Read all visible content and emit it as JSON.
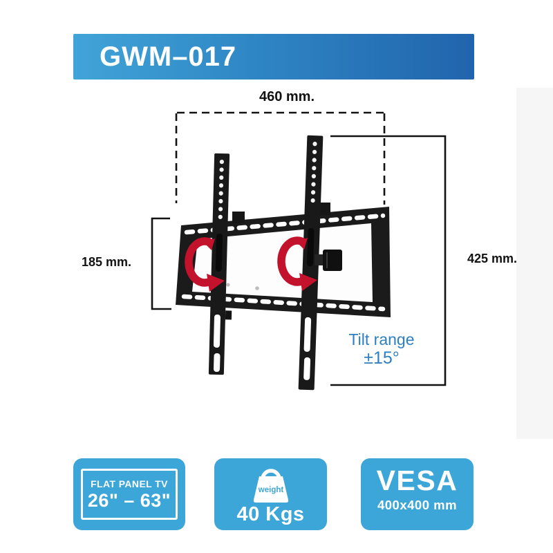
{
  "header": {
    "model": "GWM–017"
  },
  "diagram": {
    "width_label": "460 mm.",
    "left_height_label": "185 mm.",
    "right_height_label": "425 mm.",
    "tilt_line1": "Tilt range",
    "tilt_line2": "±15°",
    "colors": {
      "annotation_black": "#121212",
      "tilt_blue": "#2e7fc2",
      "arrow_red": "#c2122c",
      "bracket_black": "#1b1b1b"
    }
  },
  "badges": {
    "accent_blue": "#3da6d9",
    "flat_panel_tv": {
      "line1": "FLAT PANEL TV",
      "size_range": "26\" – 63\""
    },
    "weight": {
      "icon_name": "weight-bag-icon",
      "icon_label": "weight",
      "value": "40 Kgs"
    },
    "vesa": {
      "title": "VESA",
      "pattern": "400x400 mm"
    }
  }
}
